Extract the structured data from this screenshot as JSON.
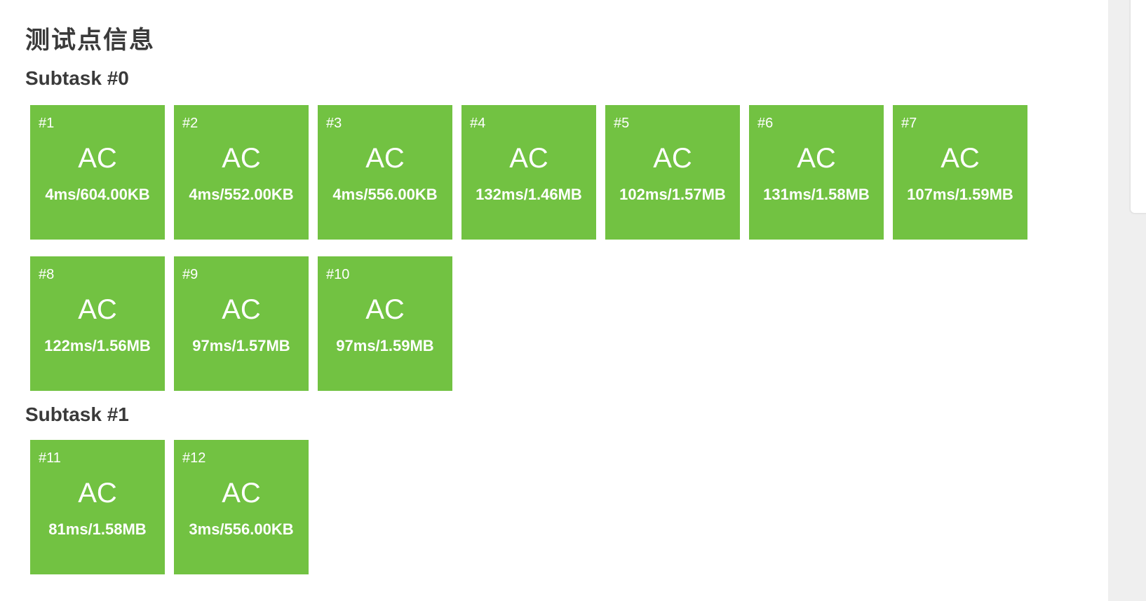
{
  "title": "测试点信息",
  "subtasks": [
    {
      "label": "Subtask #0",
      "cases": [
        {
          "id": "#1",
          "status": "AC",
          "detail": "4ms/604.00KB"
        },
        {
          "id": "#2",
          "status": "AC",
          "detail": "4ms/552.00KB"
        },
        {
          "id": "#3",
          "status": "AC",
          "detail": "4ms/556.00KB"
        },
        {
          "id": "#4",
          "status": "AC",
          "detail": "132ms/1.46MB"
        },
        {
          "id": "#5",
          "status": "AC",
          "detail": "102ms/1.57MB"
        },
        {
          "id": "#6",
          "status": "AC",
          "detail": "131ms/1.58MB"
        },
        {
          "id": "#7",
          "status": "AC",
          "detail": "107ms/1.59MB"
        },
        {
          "id": "#8",
          "status": "AC",
          "detail": "122ms/1.56MB"
        },
        {
          "id": "#9",
          "status": "AC",
          "detail": "97ms/1.57MB"
        },
        {
          "id": "#10",
          "status": "AC",
          "detail": "97ms/1.59MB"
        }
      ]
    },
    {
      "label": "Subtask #1",
      "cases": [
        {
          "id": "#11",
          "status": "AC",
          "detail": "81ms/1.58MB"
        },
        {
          "id": "#12",
          "status": "AC",
          "detail": "3ms/556.00KB"
        }
      ]
    }
  ],
  "colors": {
    "accepted": "#72c242",
    "heading": "#3a3a3a",
    "sidebar_bg": "#efefef"
  }
}
